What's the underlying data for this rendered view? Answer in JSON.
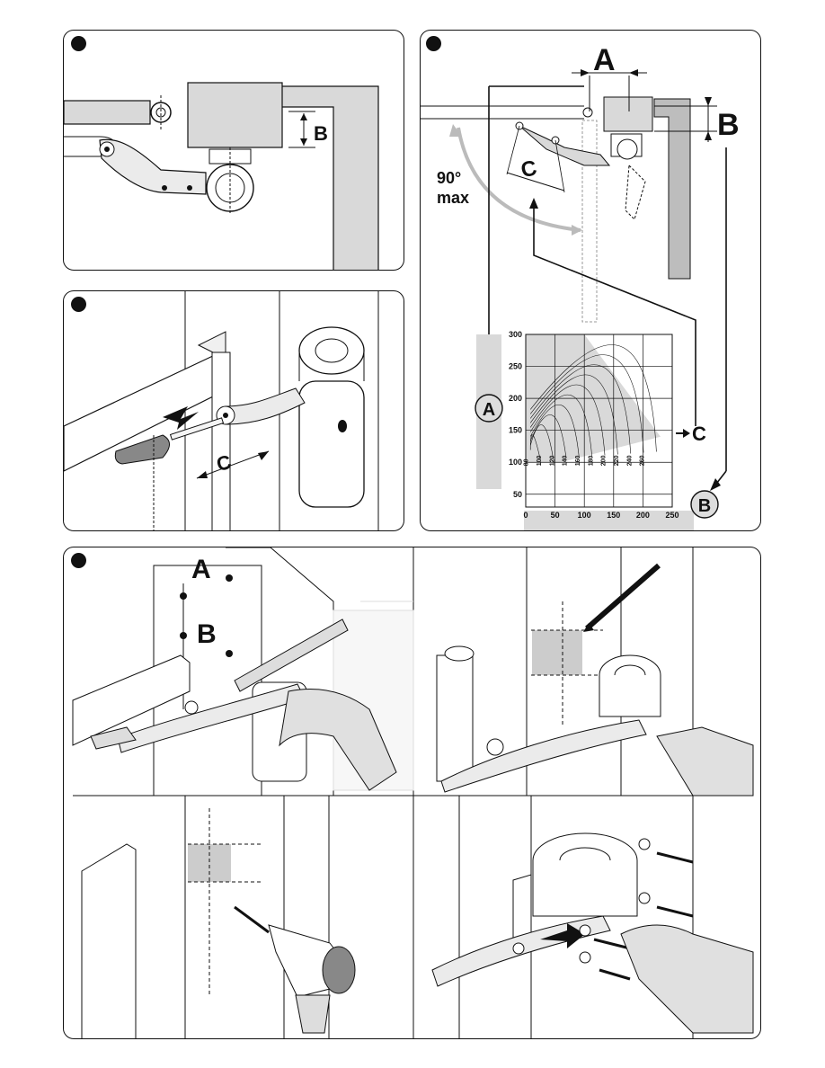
{
  "labels": {
    "a": "A",
    "b": "B",
    "c": "C",
    "angle_value": "90°",
    "angle_unit": "max"
  },
  "chart_data": {
    "type": "area",
    "x_ticks": [
      "0",
      "50",
      "100",
      "150",
      "200",
      "250"
    ],
    "y_ticks": [
      "300",
      "250",
      "200",
      "150",
      "100",
      "50"
    ],
    "xlim": [
      0,
      250
    ],
    "ylim": [
      30,
      300
    ],
    "grid": true,
    "curve_labels": [
      "80",
      "100",
      "120",
      "140",
      "160",
      "180",
      "200",
      "220",
      "240",
      "260"
    ],
    "x_axis_marker": "B",
    "y_axis_marker": "A",
    "curves_marker": "C"
  },
  "colors": {
    "ink": "#111111",
    "fill_gray": "#d9d9d9",
    "mid_gray": "#bdbdbd"
  }
}
